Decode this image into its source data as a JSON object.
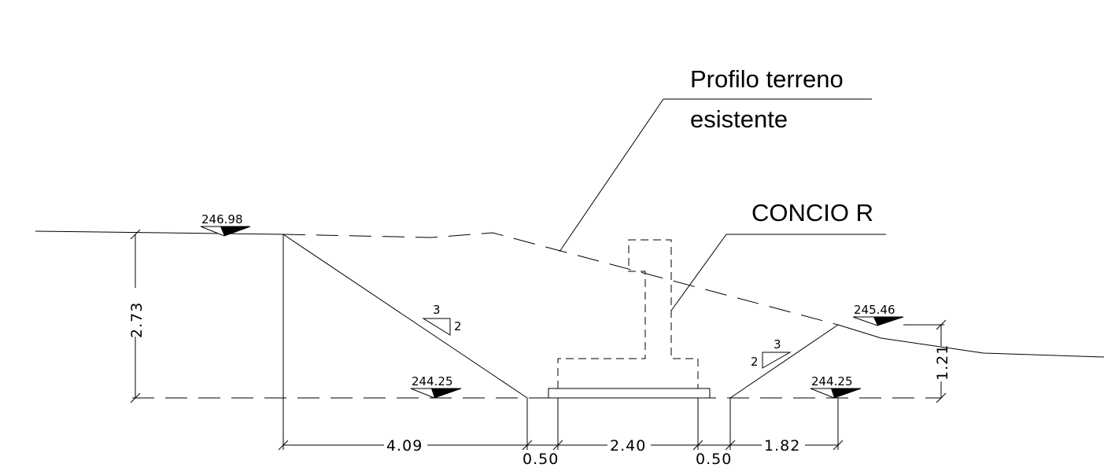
{
  "labels": {
    "terrain_line1": "Profilo terreno",
    "terrain_line2": "esistente",
    "element": "CONCIO R"
  },
  "elevations": {
    "top_left": "246.98",
    "bottom_left": "244.25",
    "top_right": "245.46",
    "bottom_right": "244.25"
  },
  "slopes": {
    "left": {
      "run": "3",
      "rise": "2"
    },
    "right": {
      "run": "3",
      "rise": "2"
    }
  },
  "dimensions": {
    "height_left": "2.73",
    "height_right": "1.21",
    "width_left": "4.09",
    "gap_left": "0.50",
    "width_center": "2.40",
    "gap_right": "0.50",
    "width_right": "1.82"
  }
}
